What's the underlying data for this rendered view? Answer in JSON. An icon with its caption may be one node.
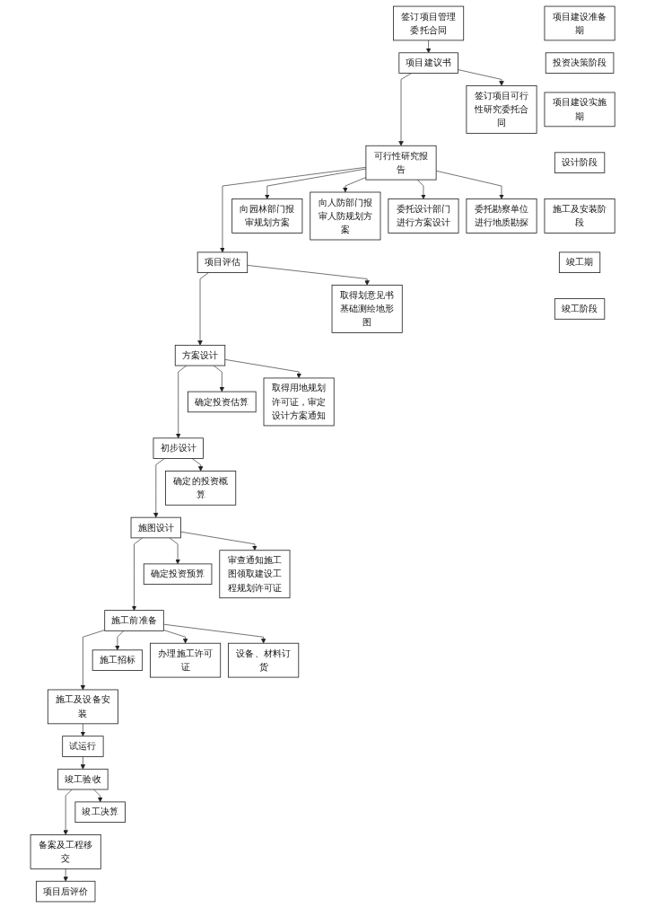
{
  "diagram": {
    "nodes": [
      {
        "text": [
          "签订项目管理委托合同"
        ]
      },
      {
        "text": [
          "项目建议书"
        ]
      },
      {
        "text": [
          "签订项目可行性研究委托合同"
        ]
      },
      {
        "text": [
          "可行性研究报告"
        ]
      },
      {
        "text": [
          "向园林部门报审规划方案"
        ]
      },
      {
        "text": [
          "向人防部门报审人防规划方案"
        ]
      },
      {
        "text": [
          "委托设计部门进行方案设计"
        ]
      },
      {
        "text": [
          "委托勘察单位进行地质勘探"
        ]
      },
      {
        "text": [
          "项目评估"
        ]
      },
      {
        "text": [
          "取得划意见书基础测绘地形图"
        ]
      },
      {
        "text": [
          "方案设计"
        ]
      },
      {
        "text": [
          "确定投资估算"
        ]
      },
      {
        "text": [
          "取得用地规划许可证，审定设计方案通知"
        ]
      },
      {
        "text": [
          "初步设计"
        ]
      },
      {
        "text": [
          "确定的投资概算"
        ]
      },
      {
        "text": [
          "施图设计"
        ]
      },
      {
        "text": [
          "确定投资预算"
        ]
      },
      {
        "text": [
          "审查通知施工图领取建设工程规划许可证"
        ]
      },
      {
        "text": [
          "施工前准备"
        ]
      },
      {
        "text": [
          "施工招标"
        ]
      },
      {
        "text": [
          "办理施工许可证"
        ]
      },
      {
        "text": [
          "设备、材料订货"
        ]
      },
      {
        "text": [
          "施工及设备安装"
        ]
      },
      {
        "text": [
          "试运行"
        ]
      },
      {
        "text": [
          "竣工验收"
        ]
      },
      {
        "text": [
          "竣工决算"
        ]
      },
      {
        "text": [
          "备案及工程移交"
        ]
      },
      {
        "text": [
          "项目后评价"
        ]
      },
      {
        "text": [
          "项目建设准备期"
        ]
      },
      {
        "text": [
          "投资决策阶段"
        ]
      },
      {
        "text": [
          "项目建设实施期"
        ]
      },
      {
        "text": [
          "设计阶段"
        ]
      },
      {
        "text": [
          "施工及安装阶段"
        ]
      },
      {
        "text": [
          "竣工期"
        ]
      },
      {
        "text": [
          "竣工阶段"
        ]
      }
    ],
    "edges": [
      {
        "from": 0,
        "to": 1,
        "arrow": "to"
      },
      {
        "from": 1,
        "to": 3,
        "arrow": "to"
      },
      {
        "from": 1,
        "to": 2,
        "arrow": "to"
      },
      {
        "from": 3,
        "to": 8,
        "arrow": "to"
      },
      {
        "from": 3,
        "to": 4,
        "arrow": "to"
      },
      {
        "from": 3,
        "to": 5,
        "arrow": "to"
      },
      {
        "from": 3,
        "to": 6,
        "arrow": "to"
      },
      {
        "from": 3,
        "to": 7,
        "arrow": "to"
      },
      {
        "from": 8,
        "to": 10,
        "arrow": "to"
      },
      {
        "from": 8,
        "to": 9,
        "arrow": "to"
      },
      {
        "from": 10,
        "to": 13,
        "arrow": "to"
      },
      {
        "from": 10,
        "to": 11,
        "arrow": "to"
      },
      {
        "from": 10,
        "to": 12,
        "arrow": "to"
      },
      {
        "from": 13,
        "to": 15,
        "arrow": "to"
      },
      {
        "from": 13,
        "to": 14,
        "arrow": "to"
      },
      {
        "from": 15,
        "to": 18,
        "arrow": "to"
      },
      {
        "from": 15,
        "to": 16,
        "arrow": "to"
      },
      {
        "from": 15,
        "to": 17,
        "arrow": "to"
      },
      {
        "from": 18,
        "to": 22,
        "arrow": "to"
      },
      {
        "from": 18,
        "to": 19,
        "arrow": "to"
      },
      {
        "from": 18,
        "to": 20,
        "arrow": "to"
      },
      {
        "from": 18,
        "to": 21,
        "arrow": "to"
      },
      {
        "from": 22,
        "to": 23,
        "arrow": "to"
      },
      {
        "from": 23,
        "to": 24,
        "arrow": "to"
      },
      {
        "from": 24,
        "to": 26,
        "arrow": "to"
      },
      {
        "from": 24,
        "to": 25,
        "arrow": "to"
      },
      {
        "from": 26,
        "to": 27,
        "arrow": "to"
      }
    ]
  }
}
